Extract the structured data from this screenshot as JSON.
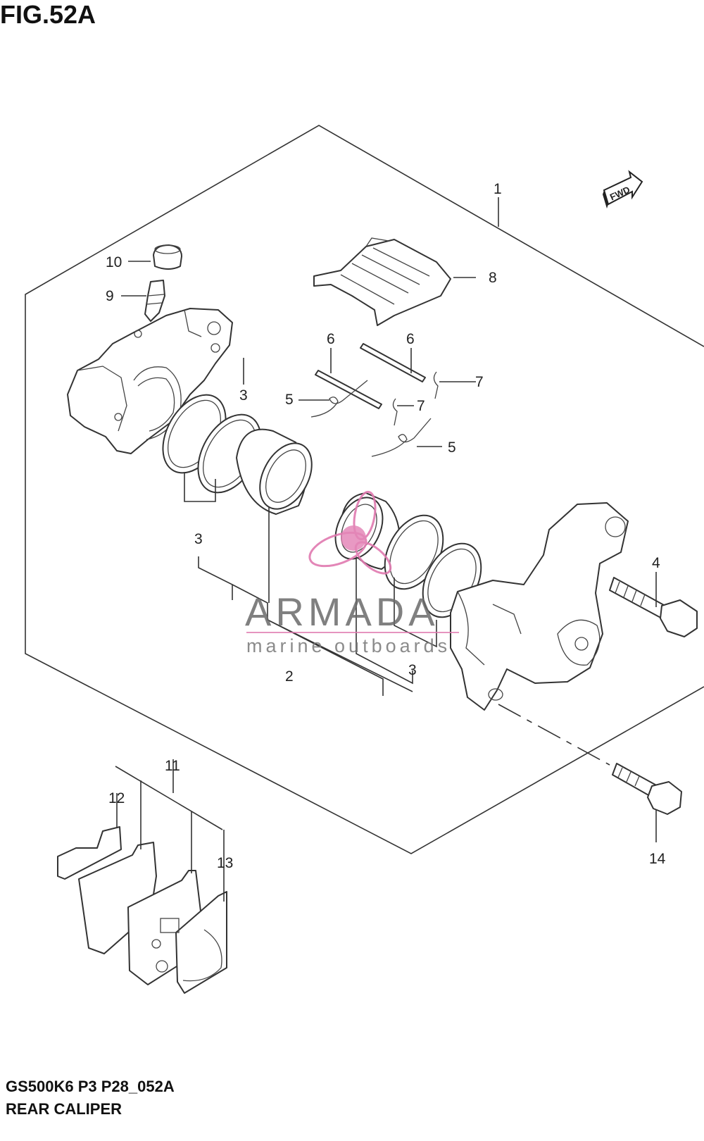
{
  "figure": {
    "title": "FIG.52A"
  },
  "footer": {
    "code": "GS500K6 P3 P28_052A",
    "name": "REAR CALIPER"
  },
  "fwd_label": "FWD",
  "watermark": {
    "brand": "ARMADA",
    "tagline": "marine outboards",
    "color": "#e07ab0"
  },
  "callouts": [
    {
      "id": "c1",
      "label": "1"
    },
    {
      "id": "c2",
      "label": "2"
    },
    {
      "id": "c3a",
      "label": "3"
    },
    {
      "id": "c3b",
      "label": "3"
    },
    {
      "id": "c3c",
      "label": "3"
    },
    {
      "id": "c4",
      "label": "4"
    },
    {
      "id": "c5a",
      "label": "5"
    },
    {
      "id": "c5b",
      "label": "5"
    },
    {
      "id": "c6a",
      "label": "6"
    },
    {
      "id": "c6b",
      "label": "6"
    },
    {
      "id": "c7a",
      "label": "7"
    },
    {
      "id": "c7b",
      "label": "7"
    },
    {
      "id": "c8",
      "label": "8"
    },
    {
      "id": "c9",
      "label": "9"
    },
    {
      "id": "c10",
      "label": "10"
    },
    {
      "id": "c11",
      "label": "11"
    },
    {
      "id": "c12",
      "label": "12"
    },
    {
      "id": "c13",
      "label": "13"
    },
    {
      "id": "c14",
      "label": "14"
    }
  ]
}
